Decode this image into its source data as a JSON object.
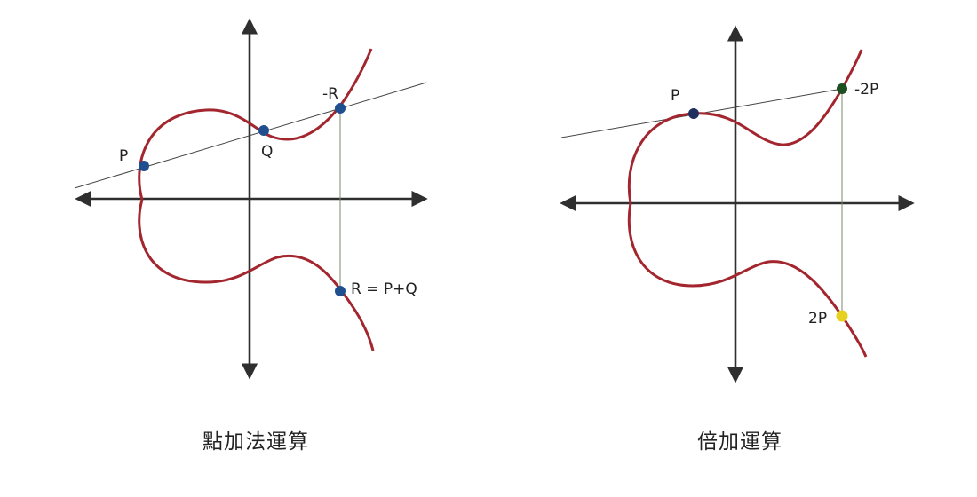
{
  "colors": {
    "curve": "#a3262e",
    "axis": "#2f2f2f",
    "secant": "#444444",
    "vertical_line": "#7a8a6a",
    "point_blue": "#1f4f8f",
    "point_navy": "#1d2f5c",
    "point_green": "#1e4f22",
    "point_yellow": "#e6d21e"
  },
  "diagrams": {
    "addition": {
      "caption": "點加法運算",
      "labels": {
        "p": "P",
        "q": "Q",
        "neg_r": "-R",
        "r": "R = P+Q"
      }
    },
    "doubling": {
      "caption": "倍加運算",
      "labels": {
        "p": "P",
        "neg_2p": "-2P",
        "two_p": "2P"
      }
    }
  }
}
